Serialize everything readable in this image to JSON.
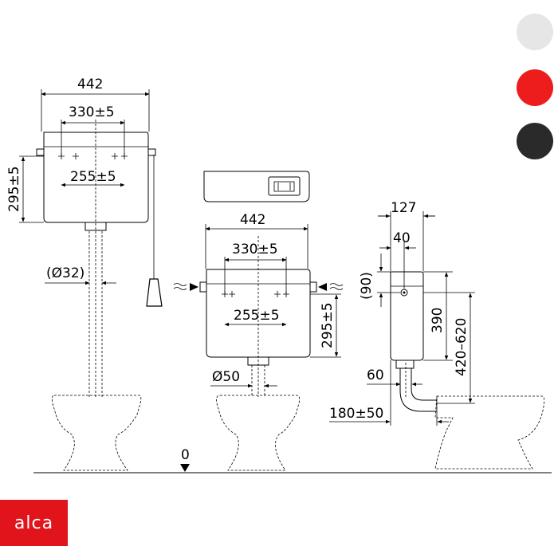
{
  "swatches": [
    {
      "name": "white",
      "color": "#e6e6e6"
    },
    {
      "name": "red",
      "color": "#ee1d1d"
    },
    {
      "name": "black",
      "color": "#2a2a2a"
    }
  ],
  "brand": {
    "logo_text": "alca",
    "color": "#e2141b"
  },
  "left_view": {
    "width_label": "442",
    "holes_label": "330±5",
    "inner_label": "255±5",
    "height_label": "295±5",
    "pipe_label": "(Ø32)"
  },
  "middle_view": {
    "width_label": "442",
    "holes_label": "330±5",
    "inner_label": "255±5",
    "height_label": "295±5",
    "pipe_label": "Ø50"
  },
  "side_view": {
    "depth_label": "127",
    "offset_label": "40",
    "top_label": "(90)",
    "tank_height_label": "390",
    "mount_height_label": "420–620",
    "pipe_label": "60",
    "distance_label": "180±50"
  },
  "floor_label": "0"
}
